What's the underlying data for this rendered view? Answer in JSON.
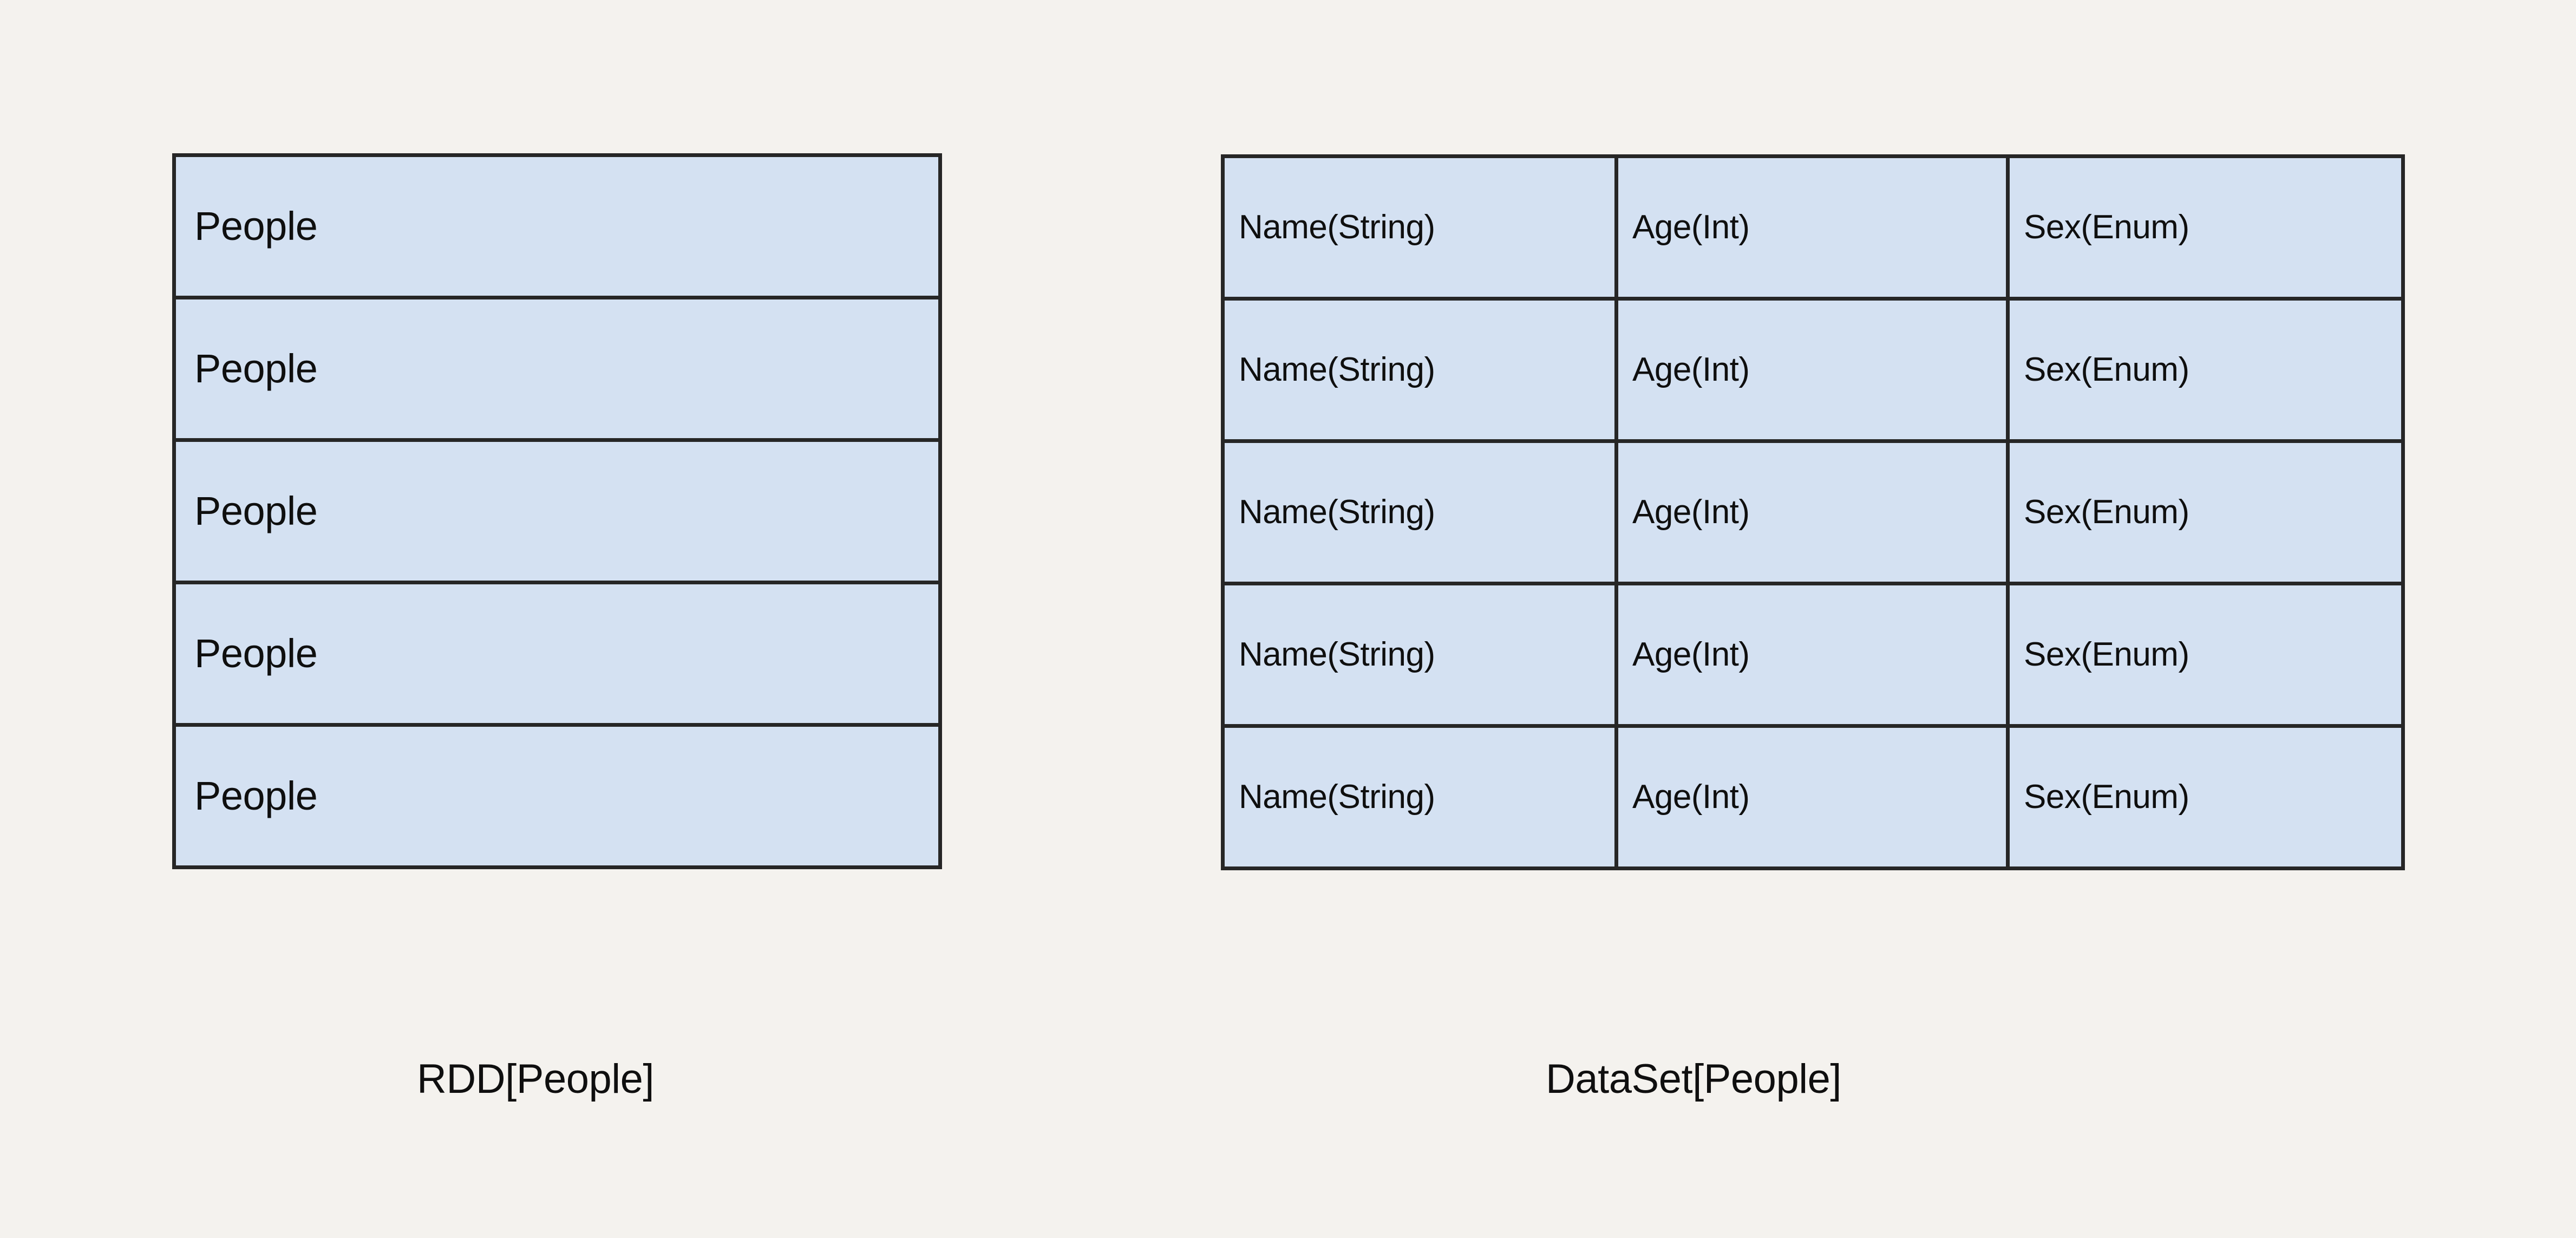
{
  "background_color": "#f4f2ee",
  "cell_fill_color": "#d4e1f2",
  "border_color": "#262626",
  "text_color": "#0f0f0f",
  "diagram": {
    "title": "",
    "rdd": {
      "caption": "RDD[People]",
      "row_label": "People",
      "rows": [
        {
          "value": "People"
        },
        {
          "value": "People"
        },
        {
          "value": "People"
        },
        {
          "value": "People"
        },
        {
          "value": "People"
        }
      ]
    },
    "dataset": {
      "caption": "DataSet[People]",
      "columns": [
        "Name(String)",
        "Age(Int)",
        "Sex(Enum)"
      ],
      "rows": [
        {
          "name": "Name(String)",
          "age": "Age(Int)",
          "sex": "Sex(Enum)"
        },
        {
          "name": "Name(String)",
          "age": "Age(Int)",
          "sex": "Sex(Enum)"
        },
        {
          "name": "Name(String)",
          "age": "Age(Int)",
          "sex": "Sex(Enum)"
        },
        {
          "name": "Name(String)",
          "age": "Age(Int)",
          "sex": "Sex(Enum)"
        },
        {
          "name": "Name(String)",
          "age": "Age(Int)",
          "sex": "Sex(Enum)"
        }
      ]
    }
  }
}
